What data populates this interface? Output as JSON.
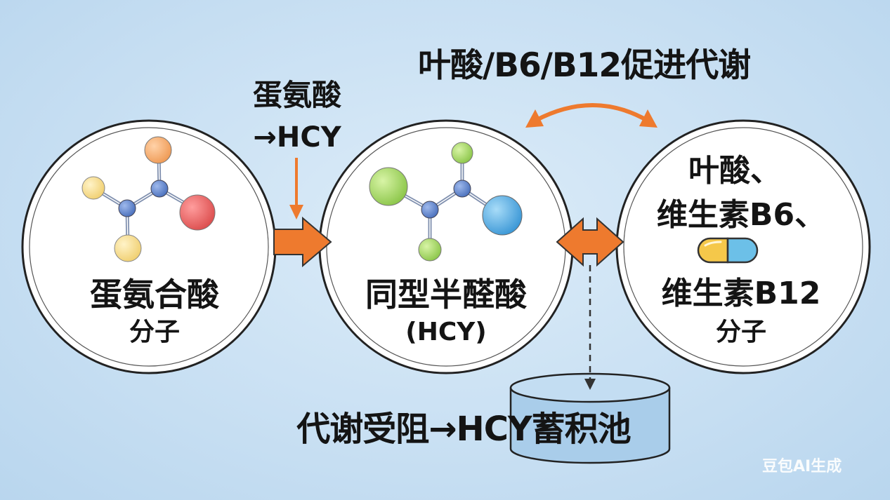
{
  "header": {
    "promote_text": "叶酸/B6/B12促进代谢"
  },
  "arrow_label": {
    "line1": "蛋氨酸",
    "line2": "→HCY"
  },
  "circles": [
    {
      "title": "蛋氨合酸",
      "subtitle": "分子"
    },
    {
      "title": "同型半醛酸",
      "subtitle": "(HCY)"
    },
    {
      "lines": [
        "叶酸、",
        "维生素B6、",
        "维生素B12"
      ],
      "subtitle": "分子"
    }
  ],
  "pool": {
    "label": "代谢受阻→HCY蓄积池"
  },
  "watermark": "豆包AI生成",
  "colors": {
    "arrow_orange": "#ee7a2e",
    "circle_fill": "#ffffff",
    "circle_stroke": "#222222",
    "pool_fill": "#a9cdea",
    "node_blue": "#5b82c9",
    "atom_orange": "#f0a25f",
    "atom_yellow": "#f4d580",
    "atom_red": "#e25c5c",
    "atom_green": "#9ed45e",
    "atom_cyan": "#4fa7e0",
    "capsule_yellow": "#f5c84a",
    "capsule_blue": "#6cc0e8"
  },
  "icons": [
    "molecule-icon",
    "capsule-icon",
    "cylinder-pool-icon"
  ]
}
